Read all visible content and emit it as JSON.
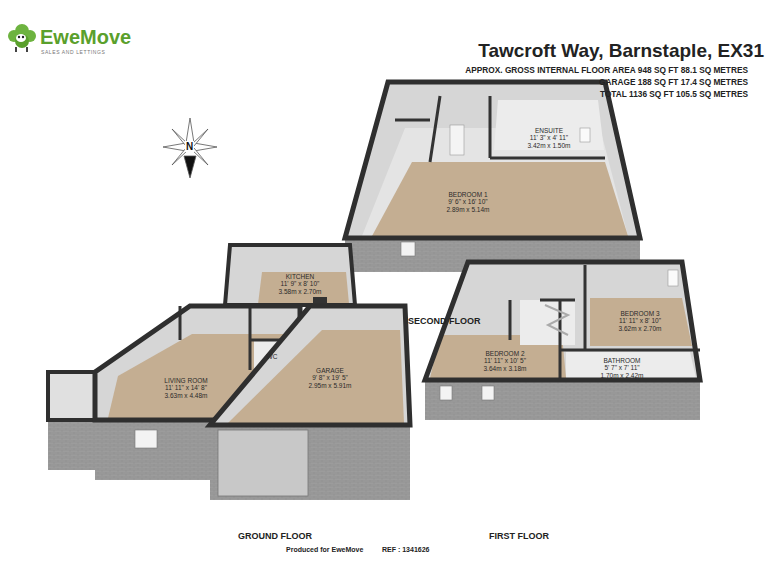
{
  "diagram": {
    "title": "Tawcroft Way, Barnstaple, EX31",
    "nodes": [
      {
        "text": [
          "ENSUITE",
          "11' 3\" x 4' 11\"",
          "3.42m x 1.50m"
        ]
      },
      {
        "text": [
          "BEDROOM 1",
          "9' 6\" x 16' 10\"",
          "2.89m x 5.14m"
        ]
      },
      {
        "text": [
          "KITCHEN",
          "11' 9\" x 8' 10\"",
          "3.58m x 2.70m"
        ]
      },
      {
        "text": [
          "LIVING ROOM",
          "11' 11\" x 14' 8\"",
          "3.63m x 4.48m"
        ]
      },
      {
        "text": [
          "WC"
        ]
      },
      {
        "text": [
          "GARAGE",
          "9' 8\" x 19' 5\"",
          "2.95m x 5.91m"
        ]
      },
      {
        "text": [
          "BEDROOM 3",
          "11' 11\" x 8' 10\"",
          "3.62m x 2.70m"
        ]
      },
      {
        "text": [
          "BATHROOM",
          "5' 7\" x 7' 11\"",
          "1.70m x 2.42m"
        ]
      },
      {
        "text": [
          "BEDROOM 2",
          "11' 11\" x 10' 5\"",
          "3.64m x 3.18m"
        ]
      }
    ],
    "labels": [
      "EweMove",
      "SALES AND LETTINGS",
      "APPROX. GROSS INTERNAL FLOOR AREA 948 SQ FT 88.1 SQ METRES",
      "GARAGE 188 SQ FT 17.4 SQ METRES",
      "TOTAL 1136 SQ FT 105.5 SQ METRES",
      "N",
      "SECOND FLOOR",
      "GROUND FLOOR",
      "FIRST FLOOR",
      "Produced for EweMove",
      "REF : 1341626"
    ]
  }
}
